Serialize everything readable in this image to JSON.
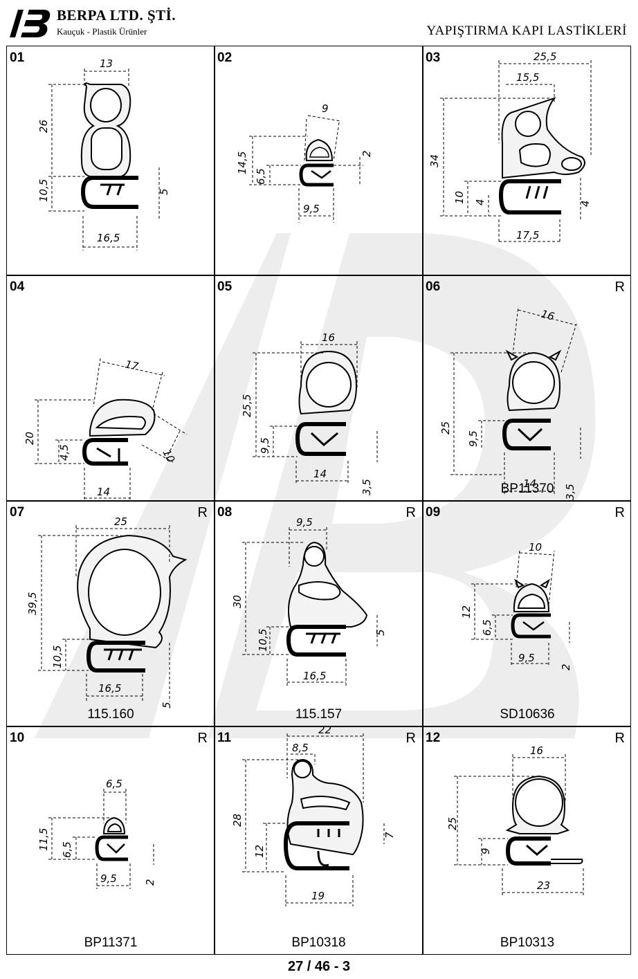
{
  "header": {
    "company": "BERPA LTD. ŞTİ.",
    "subtitle": "Kauçuk - Plastik Ürünler",
    "title": "YAPIŞTIRMA KAPI LASTİKLERİ"
  },
  "cells": [
    {
      "num": "01",
      "r": "",
      "code": "",
      "dims": [
        "13",
        "26",
        "10,5",
        "5",
        "16,5"
      ]
    },
    {
      "num": "02",
      "r": "",
      "code": "",
      "dims": [
        "9",
        "14,5",
        "6,5",
        "2",
        "9,5"
      ]
    },
    {
      "num": "03",
      "r": "",
      "code": "",
      "dims": [
        "25,5",
        "15,5",
        "34",
        "10",
        "4",
        "4",
        "17,5"
      ]
    },
    {
      "num": "04",
      "r": "",
      "code": "",
      "dims": [
        "17",
        "20",
        "4,5",
        "10",
        "14"
      ]
    },
    {
      "num": "05",
      "r": "",
      "code": "",
      "dims": [
        "16",
        "25,5",
        "9,5",
        "14",
        "3,5"
      ]
    },
    {
      "num": "06",
      "r": "R",
      "code": "BP11370",
      "dims": [
        "16",
        "25",
        "9,5",
        "14",
        "3,5"
      ]
    },
    {
      "num": "07",
      "r": "R",
      "code": "115.160",
      "dims": [
        "25",
        "39,5",
        "10,5",
        "16,5",
        "5"
      ]
    },
    {
      "num": "08",
      "r": "R",
      "code": "115.157",
      "dims": [
        "9,5",
        "30",
        "10,5",
        "5",
        "16,5"
      ]
    },
    {
      "num": "09",
      "r": "R",
      "code": "SD10636",
      "dims": [
        "10",
        "12",
        "6,5",
        "9,5",
        "2"
      ]
    },
    {
      "num": "10",
      "r": "R",
      "code": "BP11371",
      "dims": [
        "6,5",
        "11,5",
        "6,5",
        "9,5",
        "2"
      ]
    },
    {
      "num": "11",
      "r": "R",
      "code": "BP10318",
      "dims": [
        "22",
        "8,5",
        "28",
        "12",
        "7",
        "19"
      ]
    },
    {
      "num": "12",
      "r": "R",
      "code": "BP10313",
      "dims": [
        "16",
        "25",
        "9",
        "23"
      ]
    }
  ],
  "footer": {
    "page": "27 / 46 - 3"
  }
}
